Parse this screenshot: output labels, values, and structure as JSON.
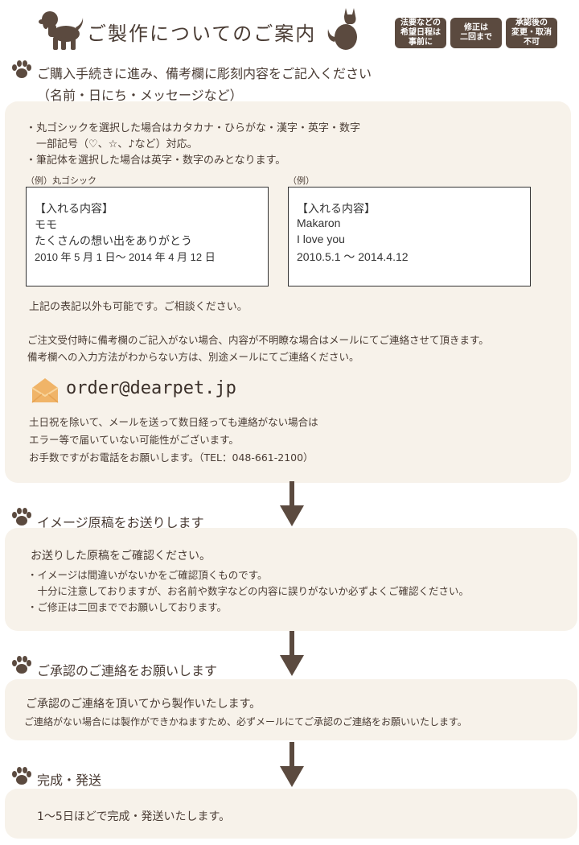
{
  "header": {
    "title": "ご製作についてのご案内",
    "badges": [
      "法要などの\n希望日程は\n事前に",
      "修正は\n二回まで",
      "承認後の\n変更・取消\n不可"
    ]
  },
  "step1": {
    "title": "ご購入手続きに進み、備考欄に彫刻内容をご記入ください",
    "subtitle": "（名前・日にち・メッセージなど）",
    "bullets": [
      "・丸ゴシックを選択した場合はカタカナ・ひらがな・漢字・英字・数字",
      "　一部記号（♡、☆、♪など）対応。",
      "・筆記体を選択した場合は英字・数字のみとなります。"
    ],
    "example_left": {
      "caption": "（例）丸ゴシック",
      "lines": [
        "【入れる内容】",
        "モモ",
        "たくさんの想い出をありがとう",
        "2010 年 5 月 1 日〜 2014 年 4 月 12 日"
      ]
    },
    "example_right": {
      "caption": "（例）",
      "lines": [
        "【入れる内容】",
        "Makaron",
        "I love you",
        "2010.5.1 〜 2014.4.12"
      ]
    },
    "note1": "上記の表記以外も可能です。ご相談ください。",
    "note2": "ご注文受付時に備考欄のご記入がない場合、内容が不明瞭な場合はメールにてご連絡させて頂きます。",
    "note3": "備考欄への入力方法がわからない方は、別途メールにてご連絡ください。",
    "email": "order@dearpet.jp",
    "contact": [
      "土日祝を除いて、メールを送って数日経っても連絡がない場合は",
      "エラー等で届いていない可能性がございます。",
      "お手数ですがお電話をお願いします。（TEL：048-661-2100）"
    ]
  },
  "step2": {
    "title": "イメージ原稿をお送りします",
    "lead": "お送りした原稿をご確認ください。",
    "lines": [
      "・イメージは間違いがないかをご確認頂くものです。",
      "　十分に注意しておりますが、お名前や数字などの内容に誤りがないか必ずよくご確認ください。",
      "・ご修正は二回まででお願いしております。"
    ]
  },
  "step3": {
    "title": "ご承認のご連絡をお願いします",
    "lead": "ご承認のご連絡を頂いてから製作いたします。",
    "line": "ご連絡がない場合には製作ができかねますため、必ずメールにてご承認のご連絡をお願いいたします。"
  },
  "step4": {
    "title": "完成・発送",
    "lead": "1〜5日ほどで完成・発送いたします。"
  },
  "colors": {
    "brown": "#5b4a3f",
    "panel": "#f7f2ea",
    "envelope": "#f0b468"
  }
}
